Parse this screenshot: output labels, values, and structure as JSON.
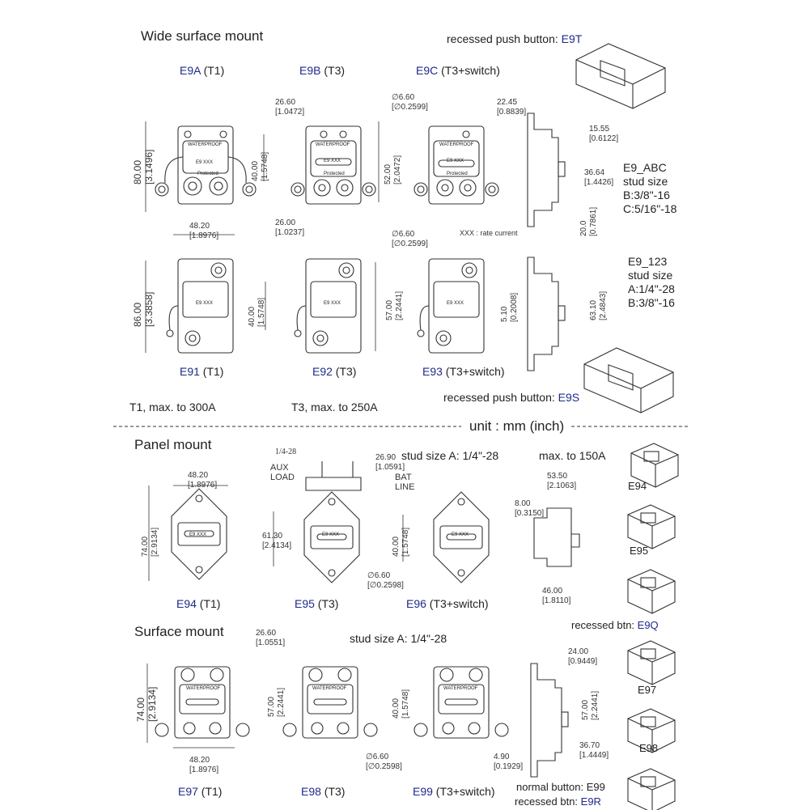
{
  "sections": {
    "wide": "Wide surface mount",
    "panel": "Panel mount",
    "surface": "Surface mount"
  },
  "unit": "unit : mm (inch)",
  "recessed_e9t_prefix": "recessed push button: ",
  "recessed_e9t_code": "E9T",
  "recessed_e9s_prefix": "recessed push button: ",
  "recessed_e9s_code": "E9S",
  "models": {
    "e9a": {
      "code": "E9A",
      "sub": " (T1)"
    },
    "e9b": {
      "code": "E9B",
      "sub": " (T3)"
    },
    "e9c": {
      "code": "E9C",
      "sub": " (T3+switch)"
    },
    "e91": {
      "code": "E91",
      "sub": " (T1)"
    },
    "e92": {
      "code": "E92",
      "sub": " (T3)"
    },
    "e93": {
      "code": "E93",
      "sub": " (T3+switch)"
    },
    "e94": {
      "code": "E94",
      "sub": " (T1)"
    },
    "e95": {
      "code": "E95",
      "sub": " (T3)"
    },
    "e96": {
      "code": "E96",
      "sub": " (T3+switch)"
    },
    "e97": {
      "code": "E97",
      "sub": " (T1)"
    },
    "e98": {
      "code": "E98",
      "sub": " (T3)"
    },
    "e99": {
      "code": "E99",
      "sub": " (T3+switch)"
    }
  },
  "notes": {
    "t1max": "T1, max. to 300A",
    "t3max": "T3, max. to 250A",
    "e9abc": [
      "E9_ABC",
      "stud size",
      "B:3/8\"-16",
      "C:5/16\"-18"
    ],
    "e9123": [
      "E9_123",
      "stud size",
      "A:1/4\"-28",
      "B:3/8\"-16"
    ],
    "stud_panel": "stud size A: 1/4\"-28",
    "max150": "max. to 150A",
    "stud_surface": "stud size A: 1/4\"-28",
    "xxx": "XXX : rate current",
    "aux": [
      "AUX",
      "LOAD"
    ],
    "bat": [
      "BAT",
      "LINE"
    ],
    "stud_label": "1/4-28",
    "rec_e9q_prefix": "recessed btn: ",
    "rec_e9q_code": "E9Q",
    "normal_prefix": "normal button: E99",
    "rec_e9r_prefix": "recessed btn: ",
    "rec_e9r_code": "E9R"
  },
  "thumbs": [
    "E94",
    "E95",
    "E97",
    "E98"
  ],
  "body_text": {
    "waterproof": "WATERPROOF",
    "exxx": "E9 XXX",
    "protected": "Protected"
  },
  "dims": {
    "a_h": [
      "80.00",
      "[3.1496]"
    ],
    "a_w": [
      "48.20",
      "[1.8976]"
    ],
    "a_40": [
      "40.00",
      "[1.5748]"
    ],
    "b_top": [
      "26.60",
      "[1.0472]"
    ],
    "b_bot": [
      "26.00",
      "[1.0237]"
    ],
    "b_52": [
      "52.00",
      "[2.0472]"
    ],
    "c_dia": [
      "∅6.60",
      "[∅0.2599]"
    ],
    "s_22": [
      "22.45",
      "[0.8839]"
    ],
    "s_15": [
      "15.55",
      "[0.6122]"
    ],
    "s_36": [
      "36.64",
      "[1.4426]"
    ],
    "s_20": [
      "20.0",
      "[0.7861]"
    ],
    "c2_dia": [
      "∅6.60",
      "[∅0.2599]"
    ],
    "r_86": [
      "86.00",
      "[3.3858]"
    ],
    "r_40": [
      "40.00",
      "[1.5748]"
    ],
    "r_57": [
      "57.00",
      "[2.2441]"
    ],
    "r_5": [
      "5.10",
      "[0.2008]"
    ],
    "r_63": [
      "63.10",
      "[2.4843]"
    ],
    "p_w": [
      "48.20",
      "[1.8976]"
    ],
    "p_h": [
      "74.00",
      "[2.9134]"
    ],
    "p_61": [
      "61.30",
      "[2.4134]"
    ],
    "p_dia": [
      "∅6.60",
      "[∅0.2598]"
    ],
    "p_26": [
      "26.90",
      "[1.0591]"
    ],
    "p_40": [
      "40.00",
      "[1.5748]"
    ],
    "p_8": [
      "8.00",
      "[0.3150]"
    ],
    "p_53": [
      "53.50",
      "[2.1063]"
    ],
    "p_46": [
      "46.00",
      "[1.8110]"
    ],
    "s2_26": [
      "26.60",
      "[1.0551]"
    ],
    "s2_74": [
      "74.00",
      "[2.9134]"
    ],
    "s2_w": [
      "48.20",
      "[1.8976]"
    ],
    "s2_57": [
      "57.00",
      "[2.2441]"
    ],
    "s2_dia": [
      "∅6.60",
      "[∅0.2598]"
    ],
    "s2_40": [
      "40.00",
      "[1.5748]"
    ],
    "s2_24": [
      "24.00",
      "[0.9449]"
    ],
    "s2_57b": [
      "57.00",
      "[2.2441]"
    ],
    "s2_4": [
      "4.90",
      "[0.1929]"
    ],
    "s2_36": [
      "36.70",
      "[1.4449]"
    ]
  }
}
